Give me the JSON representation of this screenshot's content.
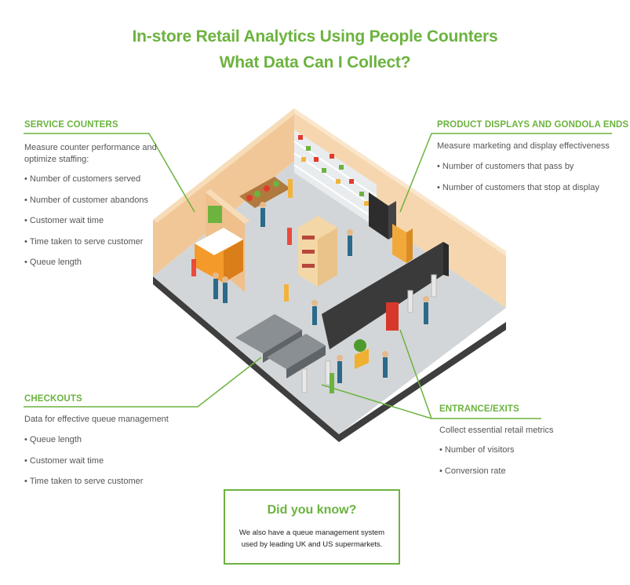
{
  "title": {
    "line1": "In-store Retail Analytics Using People Counters",
    "line2": "What Data Can I Collect?"
  },
  "sections": {
    "service_counters": {
      "heading": "SERVICE COUNTERS",
      "description": "Measure counter performance and optimize staffing:",
      "bullets": [
        "Number of customers served",
        "Number of customer abandons",
        "Customer wait time",
        "Time taken to serve customer",
        "Queue length"
      ]
    },
    "product_displays": {
      "heading": "PRODUCT DISPLAYS AND GONDOLA ENDS",
      "description": "Measure marketing and display effectiveness",
      "bullets": [
        "Number of customers that pass by",
        "Number of customers that stop at display"
      ]
    },
    "checkouts": {
      "heading": "CHECKOUTS",
      "description": "Data for effective queue management",
      "bullets": [
        "Queue length",
        "Customer wait time",
        "Time taken to serve customer"
      ]
    },
    "entrance_exits": {
      "heading": "ENTRANCE/EXITS",
      "description": "Collect essential retail metrics",
      "bullets": [
        "Number of visitors",
        "Conversion rate"
      ]
    }
  },
  "did_you_know": {
    "title": "Did you know?",
    "line1": "We also have a queue management system",
    "line2": "used by leading UK and US supermarkets."
  },
  "colors": {
    "accent": "#6cb33f",
    "wall": "#f3c99a",
    "floor": "#cfd2d4",
    "base": "#4a4a4a"
  }
}
